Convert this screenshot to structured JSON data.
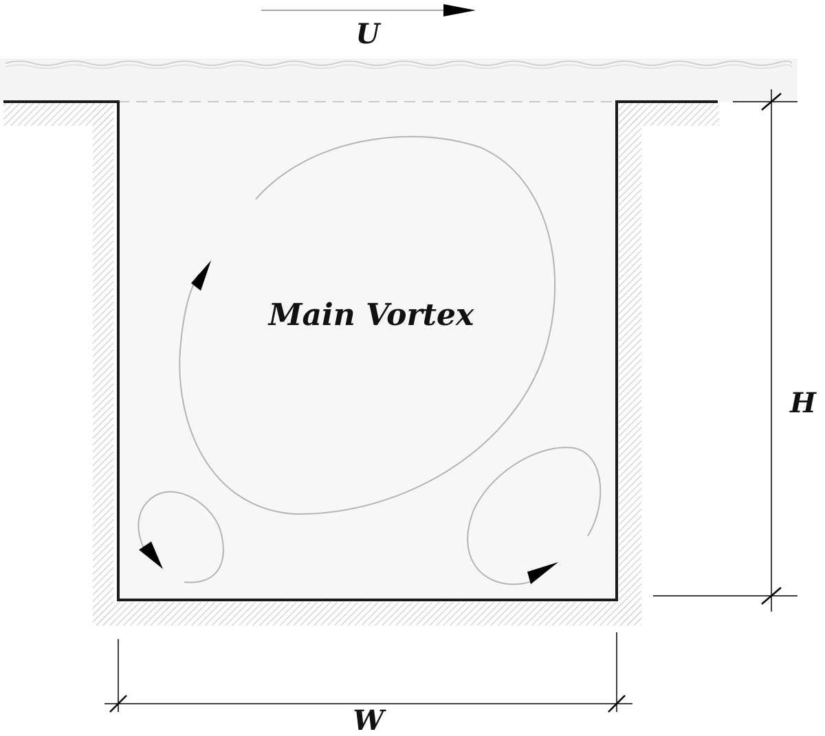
{
  "labels": {
    "velocity": "U",
    "vortex": "Main Vortex",
    "height": "H",
    "width": "W"
  },
  "colors": {
    "wall": "#1a1a1a",
    "hatch": "#c8c8c8",
    "streamline": "#b4b4b4",
    "cavity_fill": "#f7f7f7",
    "free_stream": "#f4f4f4",
    "arrow": "#000000"
  },
  "icons": [
    "flow-direction-arrow",
    "vortex-arrowhead"
  ]
}
